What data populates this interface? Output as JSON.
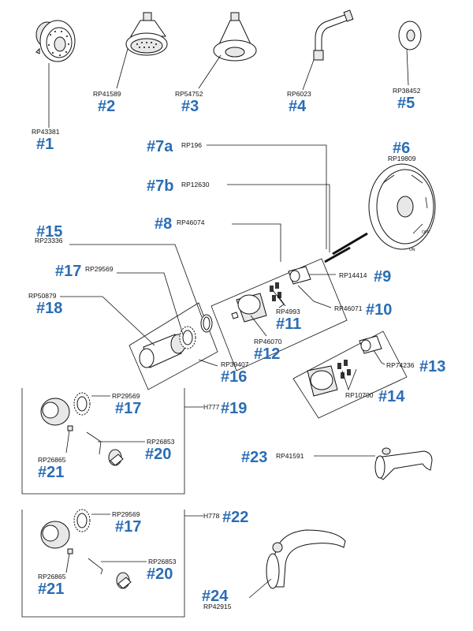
{
  "parts": [
    {
      "key": "p1",
      "number": "#1",
      "part": "RP43381"
    },
    {
      "key": "p2",
      "number": "#2",
      "part": "RP41589"
    },
    {
      "key": "p3",
      "number": "#3",
      "part": "RP54752"
    },
    {
      "key": "p4",
      "number": "#4",
      "part": "RP6023"
    },
    {
      "key": "p5",
      "number": "#5",
      "part": "RP38452"
    },
    {
      "key": "p6",
      "number": "#6",
      "part": "RP19809"
    },
    {
      "key": "p7a",
      "number": "#7a",
      "part": "RP196"
    },
    {
      "key": "p7b",
      "number": "#7b",
      "part": "RP12630"
    },
    {
      "key": "p8",
      "number": "#8",
      "part": "RP46074"
    },
    {
      "key": "p9",
      "number": "#9",
      "part": "RP14414"
    },
    {
      "key": "p10",
      "number": "#10",
      "part": "RP46071"
    },
    {
      "key": "p11",
      "number": "#11",
      "part": "RP4993"
    },
    {
      "key": "p12",
      "number": "#12",
      "part": "RP46070"
    },
    {
      "key": "p13",
      "number": "#13",
      "part": "RP74236"
    },
    {
      "key": "p14",
      "number": "#14",
      "part": "RP10700"
    },
    {
      "key": "p15",
      "number": "#15",
      "part": "RP23336"
    },
    {
      "key": "p16",
      "number": "#16",
      "part": "RP39407"
    },
    {
      "key": "p17",
      "number": "#17",
      "part": "RP29569"
    },
    {
      "key": "p18",
      "number": "#18",
      "part": "RP50879"
    },
    {
      "key": "p19",
      "number": "#19",
      "part": "H777"
    },
    {
      "key": "p19_17",
      "number": "#17",
      "part": "RP29569"
    },
    {
      "key": "p19_20",
      "number": "#20",
      "part": "RP26853"
    },
    {
      "key": "p19_21",
      "number": "#21",
      "part": "RP26865"
    },
    {
      "key": "p22",
      "number": "#22",
      "part": "H778"
    },
    {
      "key": "p22_17",
      "number": "#17",
      "part": "RP29569"
    },
    {
      "key": "p22_20",
      "number": "#20",
      "part": "RP26853"
    },
    {
      "key": "p22_21",
      "number": "#21",
      "part": "RP26865"
    },
    {
      "key": "p23",
      "number": "#23",
      "part": "RP41591"
    },
    {
      "key": "p24",
      "number": "#24",
      "part": "RP42915"
    }
  ],
  "trim_text": {
    "on_label": "ON",
    "off_label": "OFF"
  }
}
